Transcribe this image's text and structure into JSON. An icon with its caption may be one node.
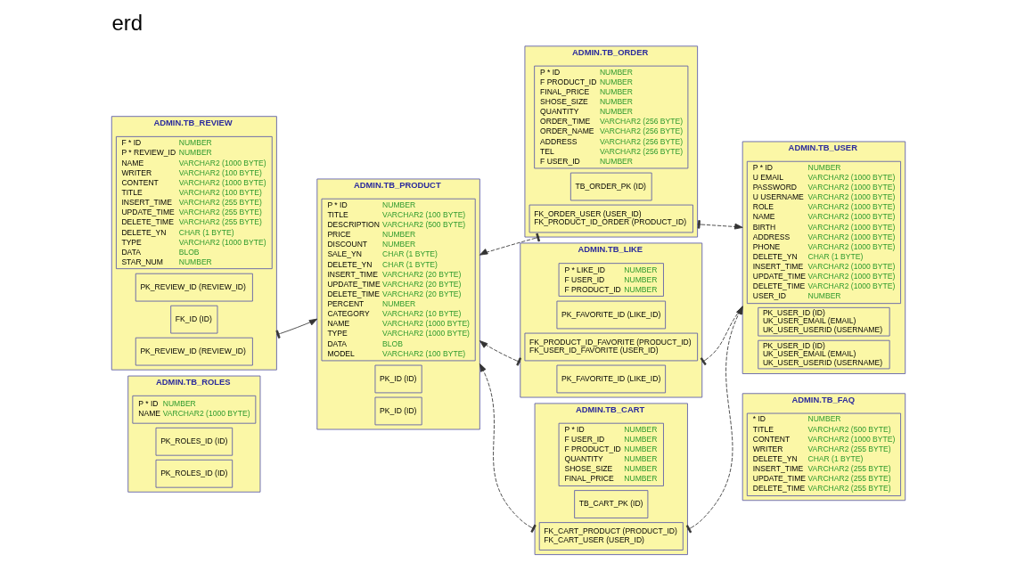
{
  "diagram": {
    "title": "erd",
    "nodes": [
      {
        "text": [
          "ADMIN.TB_ORDER"
        ]
      },
      {
        "text": [
          "P * ID",
          "NUMBER",
          "F PRODUCT_ID",
          "NUMBER",
          "FINAL_PRICE",
          "NUMBER",
          "SHOSE_SIZE",
          "NUMBER",
          "QUANTITY",
          "NUMBER",
          "ORDER_TIME",
          "VARCHAR2 (256 BYTE)",
          "ORDER_NAME",
          "VARCHAR2 (256 BYTE)",
          "ADDRESS",
          "VARCHAR2 (256 BYTE)",
          "TEL",
          "VARCHAR2 (256 BYTE)",
          "F USER_ID",
          "NUMBER"
        ],
        "in": 0
      },
      {
        "text": [
          "TB_ORDER_PK (ID)"
        ],
        "in": 0
      },
      {
        "text": [
          "FK_ORDER_USER (USER_ID)",
          "FK_PRODUCT_ID_ORDER (PRODUCT_ID)"
        ],
        "in": 0
      },
      {
        "text": [
          "ADMIN.TB_FAQ"
        ]
      },
      {
        "text": [
          "* ID",
          "NUMBER",
          "TITLE",
          "VARCHAR2 (500 BYTE)",
          "CONTENT",
          "VARCHAR2 (1000 BYTE)",
          "WRITER",
          "VARCHAR2 (255 BYTE)",
          "DELETE_YN",
          "CHAR (1 BYTE)",
          "INSERT_TIME",
          "VARCHAR2 (255 BYTE)",
          "UPDATE_TIME",
          "VARCHAR2 (255 BYTE)",
          "DELETE_TIME",
          "VARCHAR2 (255 BYTE)"
        ],
        "in": 4
      },
      {
        "text": [
          "ADMIN.TB_LIKE"
        ]
      },
      {
        "text": [
          "P * LIKE_ID",
          "NUMBER",
          "F USER_ID",
          "NUMBER",
          "F PRODUCT_ID",
          "NUMBER"
        ],
        "in": 6
      },
      {
        "text": [
          "PK_FAVORITE_ID (LIKE_ID)"
        ],
        "in": 6
      },
      {
        "text": [
          "FK_PRODUCT_ID_FAVORITE (PRODUCT_ID)",
          "FK_USER_ID_FAVORITE (USER_ID)"
        ],
        "in": 6
      },
      {
        "text": [
          "PK_FAVORITE_ID (LIKE_ID)"
        ],
        "in": 6
      },
      {
        "text": [
          "ADMIN.TB_USER"
        ]
      },
      {
        "text": [
          "P * ID",
          "NUMBER",
          "U EMAIL",
          "VARCHAR2 (1000 BYTE)",
          "PASSWORD",
          "VARCHAR2 (1000 BYTE)",
          "U USERNAME",
          "VARCHAR2 (1000 BYTE)",
          "ROLE",
          "VARCHAR2 (1000 BYTE)",
          "NAME",
          "VARCHAR2 (1000 BYTE)",
          "BIRTH",
          "VARCHAR2 (1000 BYTE)",
          "ADDRESS",
          "VARCHAR2 (1000 BYTE)",
          "PHONE",
          "VARCHAR2 (1000 BYTE)",
          "DELETE_YN",
          "CHAR (1 BYTE)",
          "INSERT_TIME",
          "VARCHAR2 (1000 BYTE)",
          "UPDATE_TIME",
          "VARCHAR2 (1000 BYTE)",
          "DELETE_TIME",
          "VARCHAR2 (1000 BYTE)",
          "USER_ID",
          "NUMBER"
        ],
        "in": 11
      },
      {
        "text": [
          "PK_USER_ID (ID)",
          "UK_USER_EMAIL (EMAIL)",
          "UK_USER_USERID (USERNAME)"
        ],
        "in": 11
      },
      {
        "text": [
          "PK_USER_ID (ID)",
          "UK_USER_EMAIL (EMAIL)",
          "UK_USER_USERID (USERNAME)"
        ],
        "in": 11
      },
      {
        "text": [
          "ADMIN.TB_PRODUCT"
        ]
      },
      {
        "text": [
          "P * ID",
          "NUMBER",
          "TITLE",
          "VARCHAR2 (100 BYTE)",
          "DESCRIPTION",
          "VARCHAR2 (500 BYTE)",
          "PRICE",
          "NUMBER",
          "DISCOUNT",
          "NUMBER",
          "SALE_YN",
          "CHAR (1 BYTE)",
          "DELETE_YN",
          "CHAR (1 BYTE)",
          "INSERT_TIME",
          "VARCHAR2 (20 BYTE)",
          "UPDATE_TIME",
          "VARCHAR2 (20 BYTE)",
          "DELETE_TIME",
          "VARCHAR2 (20 BYTE)",
          "PERCENT",
          "NUMBER",
          "CATEGORY",
          "VARCHAR2 (10 BYTE)",
          "NAME",
          "VARCHAR2 (1000 BYTE)",
          "TYPE",
          "VARCHAR2 (1000 BYTE)",
          "DATA",
          "BLOB",
          "MODEL",
          "VARCHAR2 (100 BYTE)"
        ],
        "in": 15
      },
      {
        "text": [
          "PK_ID (ID)"
        ],
        "in": 15
      },
      {
        "text": [
          "PK_ID (ID)"
        ],
        "in": 15
      },
      {
        "text": [
          "ADMIN.TB_CART"
        ]
      },
      {
        "text": [
          "P * ID",
          "NUMBER",
          "F USER_ID",
          "NUMBER",
          "F PRODUCT_ID",
          "NUMBER",
          "QUANTITY",
          "NUMBER",
          "SHOSE_SIZE",
          "NUMBER",
          "FINAL_PRICE",
          "NUMBER"
        ],
        "in": 19
      },
      {
        "text": [
          "TB_CART_PK (ID)"
        ],
        "in": 19
      },
      {
        "text": [
          "FK_CART_PRODUCT (PRODUCT_ID)",
          "FK_CART_USER (USER_ID)"
        ],
        "in": 19
      },
      {
        "text": [
          "ADMIN.TB_REVIEW"
        ]
      },
      {
        "text": [
          "F * ID",
          "NUMBER",
          "P * REVIEW_ID",
          "NUMBER",
          "NAME",
          "VARCHAR2 (1000 BYTE)",
          "WRITER",
          "VARCHAR2 (100 BYTE)",
          "CONTENT",
          "VARCHAR2 (1000 BYTE)",
          "TITLE",
          "VARCHAR2 (100 BYTE)",
          "INSERT_TIME",
          "VARCHAR2 (255 BYTE)",
          "UPDATE_TIME",
          "VARCHAR2 (255 BYTE)",
          "DELETE_TIME",
          "VARCHAR2 (255 BYTE)",
          "DELETE_YN",
          "CHAR (1 BYTE)",
          "TYPE",
          "VARCHAR2 (1000 BYTE)",
          "DATA",
          "BLOB",
          "STAR_NUM",
          "NUMBER"
        ],
        "in": 23
      },
      {
        "text": [
          "PK_REVIEW_ID (REVIEW_ID)"
        ],
        "in": 23
      },
      {
        "text": [
          "FK_ID (ID)"
        ],
        "in": 23
      },
      {
        "text": [
          "PK_REVIEW_ID (REVIEW_ID)"
        ],
        "in": 23
      },
      {
        "text": [
          "ADMIN.TB_ROLES"
        ]
      },
      {
        "text": [
          "P * ID",
          "NUMBER",
          "NAME",
          "VARCHAR2 (1000 BYTE)"
        ],
        "in": 28
      },
      {
        "text": [
          "PK_ROLES_ID (ID)"
        ],
        "in": 28
      },
      {
        "text": [
          "PK_ROLES_ID (ID)"
        ],
        "in": 28
      }
    ],
    "edges": [
      {
        "from": 0,
        "to": 11,
        "arrow": "to",
        "style": "dashed"
      },
      {
        "from": 0,
        "to": 15,
        "arrow": "to",
        "style": "dashed"
      },
      {
        "from": 6,
        "to": 11,
        "arrow": "to",
        "style": "dashed"
      },
      {
        "from": 6,
        "to": 15,
        "arrow": "to",
        "style": "dashed"
      },
      {
        "from": 19,
        "to": 11,
        "arrow": "to",
        "style": "dashed"
      },
      {
        "from": 19,
        "to": 15,
        "arrow": "to",
        "style": "dashed"
      },
      {
        "from": 23,
        "to": 15,
        "arrow": "to"
      }
    ]
  }
}
